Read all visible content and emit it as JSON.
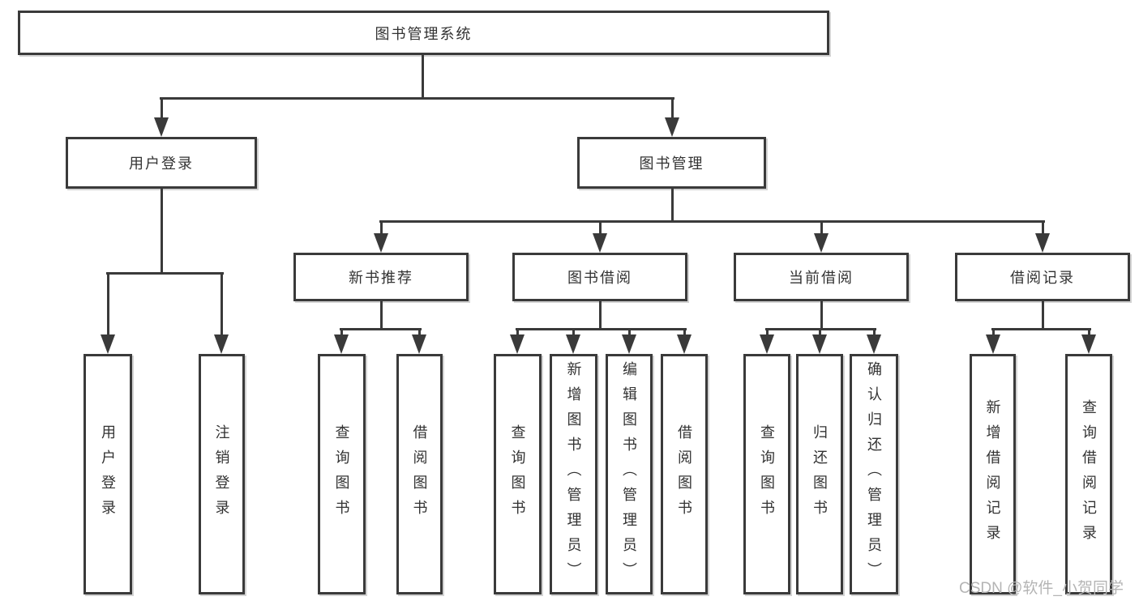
{
  "tree": {
    "root": {
      "label": "图书管理系统",
      "children": [
        {
          "label": "用户登录",
          "children": [
            {
              "label": "用户登录"
            },
            {
              "label": "注销登录"
            }
          ]
        },
        {
          "label": "图书管理",
          "children": [
            {
              "label": "新书推荐",
              "children": [
                {
                  "label": "查询图书"
                },
                {
                  "label": "借阅图书"
                }
              ]
            },
            {
              "label": "图书借阅",
              "children": [
                {
                  "label": "查询图书"
                },
                {
                  "label": "新增图书（管理员）"
                },
                {
                  "label": "编辑图书（管理员）"
                },
                {
                  "label": "借阅图书"
                }
              ]
            },
            {
              "label": "当前借阅",
              "children": [
                {
                  "label": "查询图书"
                },
                {
                  "label": "归还图书"
                },
                {
                  "label": "确认归还（管理员）"
                }
              ]
            },
            {
              "label": "借阅记录",
              "children": [
                {
                  "label": "新增借阅记录"
                },
                {
                  "label": "查询借阅记录"
                }
              ]
            }
          ]
        }
      ]
    }
  },
  "watermark": {
    "text": "CSDN @软件_小贺同学"
  },
  "colors": {
    "line": "#3a3a3a",
    "text": "#333333",
    "watermark": "#b4b4b4",
    "background": "#ffffff"
  }
}
